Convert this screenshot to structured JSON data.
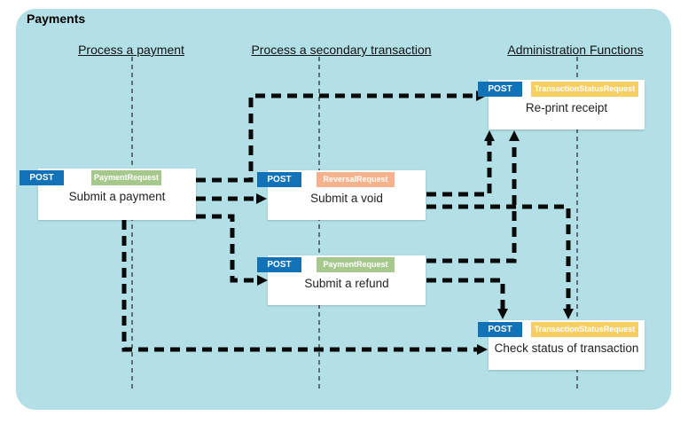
{
  "title": "Payments",
  "columns": [
    {
      "label": "Process a payment"
    },
    {
      "label": "Process a secondary transaction"
    },
    {
      "label": "Administration Functions"
    }
  ],
  "nodes": [
    {
      "method": "POST",
      "request": "PaymentRequest",
      "label": "Submit a payment"
    },
    {
      "method": "POST",
      "request": "ReversalRequest",
      "label": "Submit a void"
    },
    {
      "method": "POST",
      "request": "PaymentRequest",
      "label": "Submit a refund"
    },
    {
      "method": "POST",
      "request": "TransactionStatusRequest",
      "label": "Re-print receipt"
    },
    {
      "method": "POST",
      "request": "TransactionStatusRequest",
      "label": "Check status of transaction"
    }
  ],
  "edges": [
    {
      "from": "Submit a payment",
      "to": "Submit a void"
    },
    {
      "from": "Submit a payment",
      "to": "Submit a refund"
    },
    {
      "from": "Submit a payment",
      "to": "Re-print receipt"
    },
    {
      "from": "Submit a payment",
      "to": "Check status of transaction"
    },
    {
      "from": "Submit a void",
      "to": "Re-print receipt"
    },
    {
      "from": "Submit a void",
      "to": "Check status of transaction"
    },
    {
      "from": "Submit a refund",
      "to": "Re-print receipt"
    },
    {
      "from": "Submit a refund",
      "to": "Check status of transaction"
    }
  ],
  "colors": {
    "panel_background": "#b2e0e6",
    "method_badge": "#1272b8",
    "payment_request_badge": "#a6c88d",
    "reversal_request_badge": "#f5b28c",
    "transaction_status_request_badge": "#f6ce62",
    "arrow": "#0a0a0a"
  }
}
